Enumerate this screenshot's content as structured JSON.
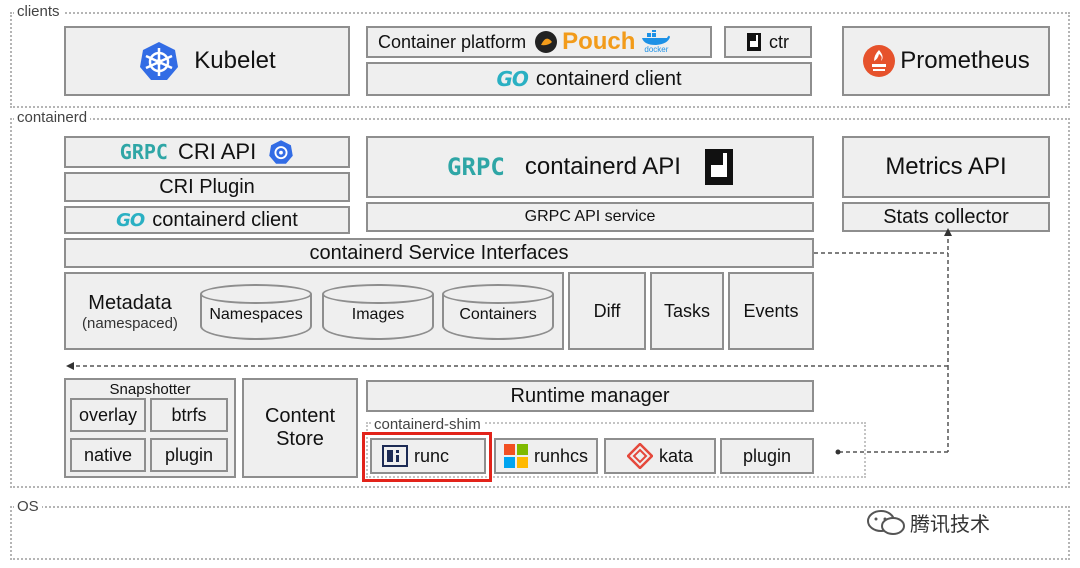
{
  "clients": {
    "label": "clients",
    "kubelet": "Kubelet",
    "container_platform": "Container platform",
    "pouch": "Pouch",
    "docker_tag": "docker",
    "ctr": "ctr",
    "containerd_client": "containerd client",
    "prometheus": "Prometheus",
    "go_logo": "GO"
  },
  "containerd": {
    "label": "containerd",
    "grpc_logo": "GRPC",
    "cri_api": "CRI API",
    "cri_plugin": "CRI Plugin",
    "cri_containerd_client": "containerd client",
    "containerd_api": "containerd API",
    "grpc_api_service": "GRPC API service",
    "metrics_api": "Metrics API",
    "stats_collector": "Stats collector",
    "service_interfaces": "containerd Service Interfaces",
    "metadata": "Metadata",
    "metadata_sub": "(namespaced)",
    "namespaces": "Namespaces",
    "images": "Images",
    "containers": "Containers",
    "diff": "Diff",
    "tasks": "Tasks",
    "events": "Events",
    "snapshotter": "Snapshotter",
    "overlay": "overlay",
    "btrfs": "btrfs",
    "native": "native",
    "snap_plugin": "plugin",
    "content_store_1": "Content",
    "content_store_2": "Store",
    "runtime_manager": "Runtime manager",
    "shim_label": "containerd-shim",
    "runc": "runc",
    "runhcs": "runhcs",
    "kata": "kata",
    "shim_plugin": "plugin"
  },
  "os": {
    "label": "OS"
  },
  "watermark": "腾讯技术",
  "colors": {
    "kube_blue": "#326ce5",
    "prom_orange": "#e6522c",
    "grpc_teal": "#2fa6a6",
    "go_cyan": "#2ab0c3",
    "highlight_red": "#e2231a",
    "pouch_orange": "#f29b1a"
  }
}
